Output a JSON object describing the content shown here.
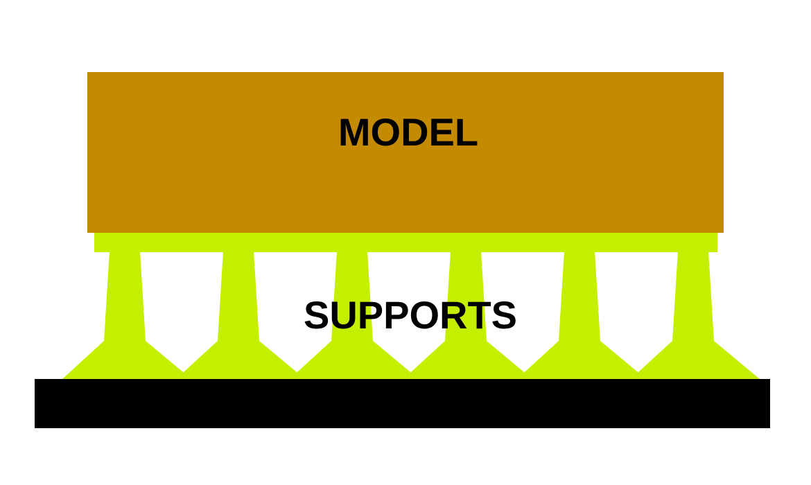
{
  "labels": {
    "model": "MODEL",
    "supports": "SUPPORTS"
  },
  "colors": {
    "model": "#C48A00",
    "supports": "#C4F000",
    "build_plate": "#000000",
    "text": "#000000",
    "background": "#FFFFFF"
  },
  "supports": {
    "count": 6
  }
}
